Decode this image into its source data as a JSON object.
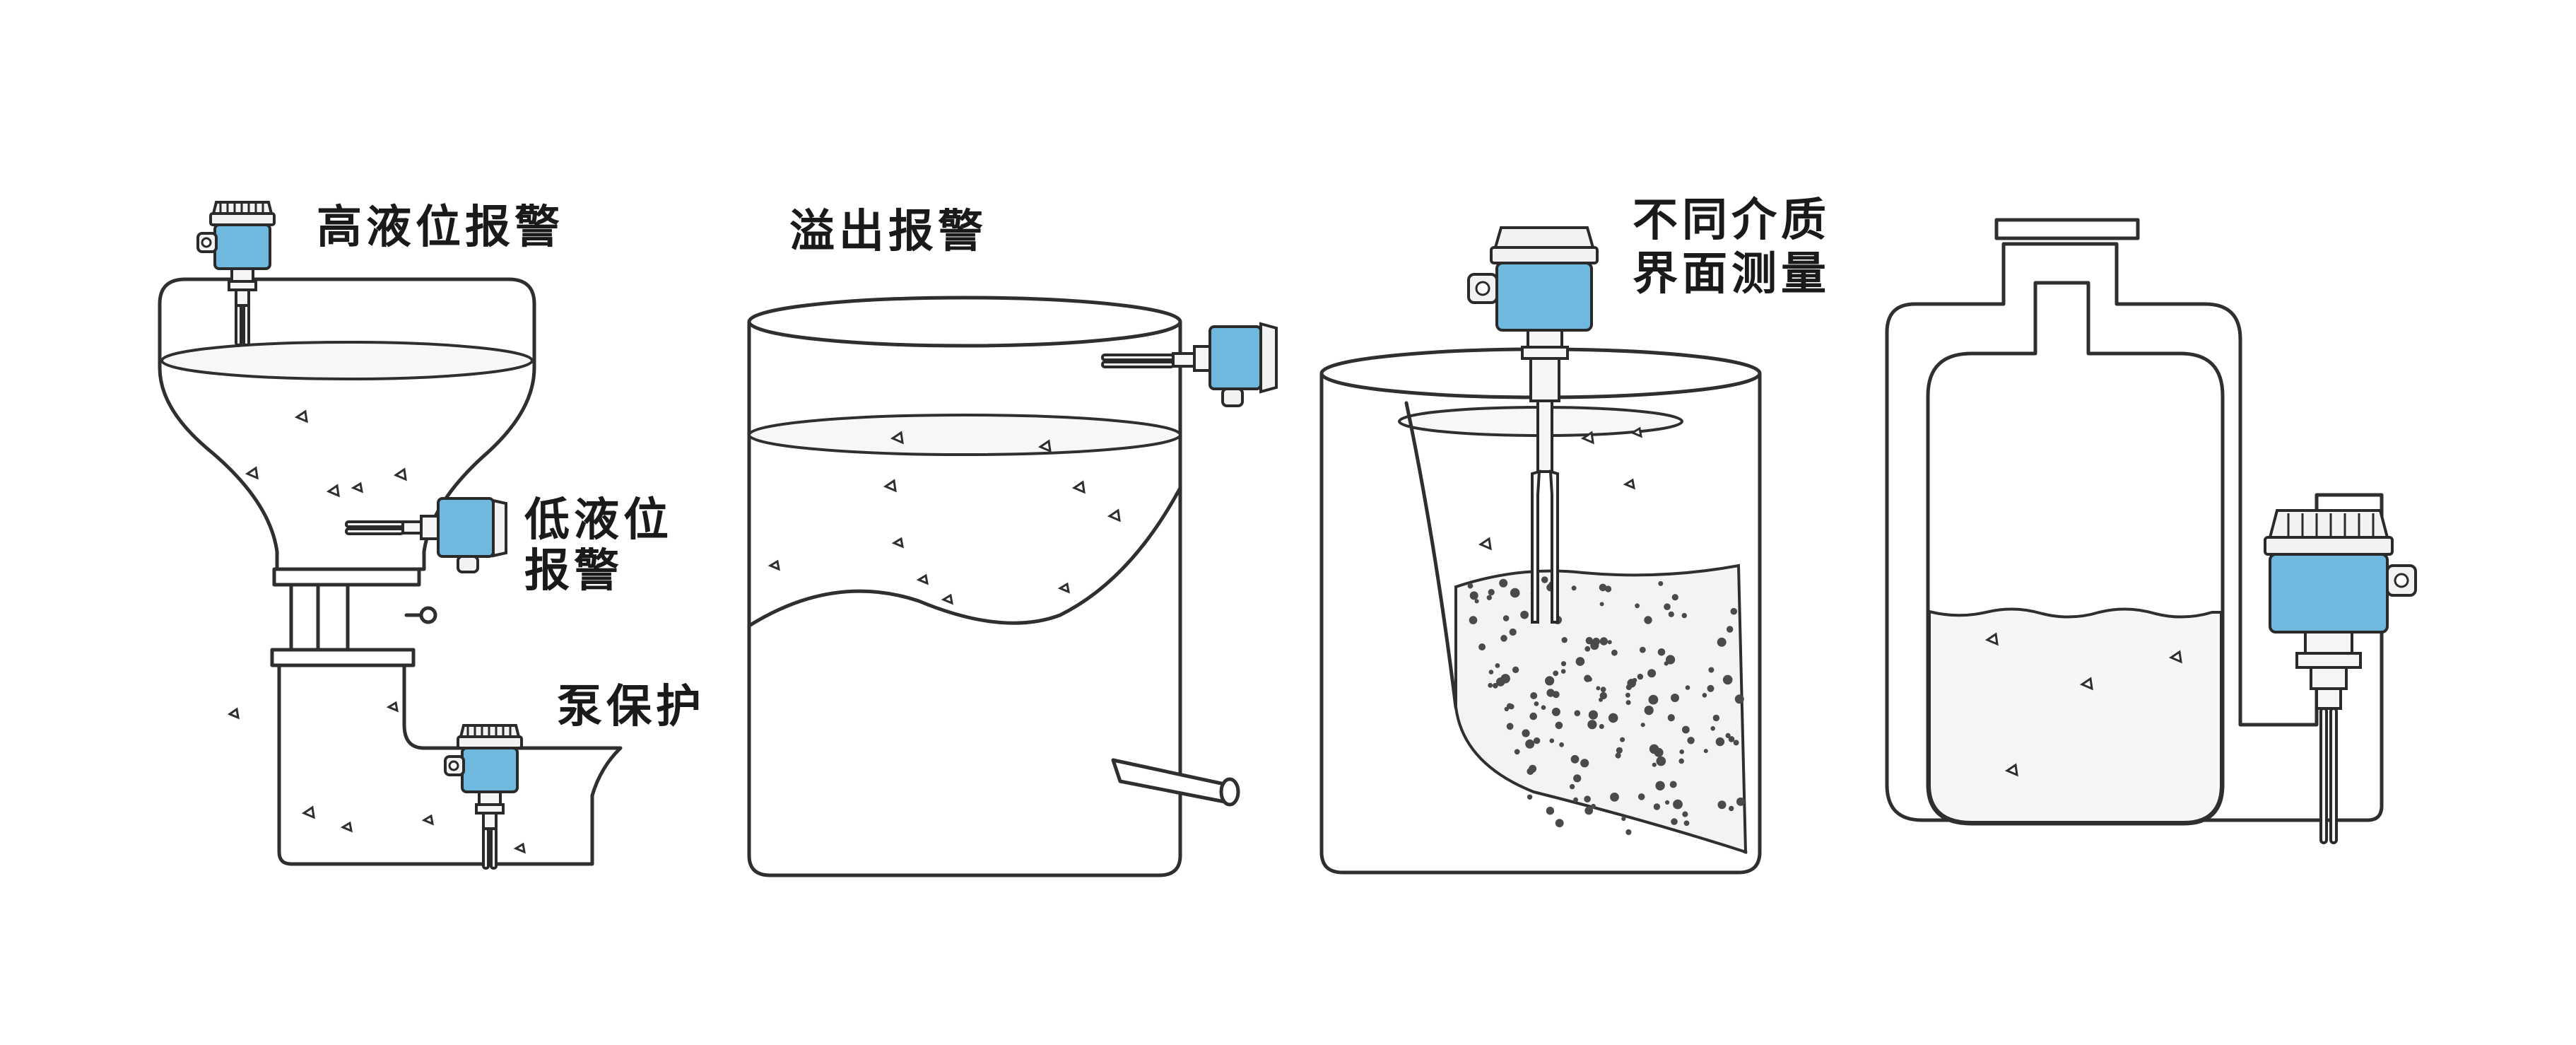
{
  "panels": [
    {
      "id": "hopper",
      "labels": {
        "high_level": "高液位报警",
        "low_level_line1": "低液位",
        "low_level_line2": "报警",
        "pump": "泵保护"
      }
    },
    {
      "id": "overflow",
      "labels": {
        "overflow": "溢出报警"
      }
    },
    {
      "id": "interface",
      "labels": {
        "line1": "不同介质",
        "line2": "界面测量"
      }
    },
    {
      "id": "bottle",
      "labels": {}
    }
  ],
  "colors": {
    "sensor_body": "#6fb8de",
    "outline": "#2f2f2f",
    "background": "#ffffff"
  },
  "icons": [
    "tuning-fork-level-switch-icon"
  ]
}
